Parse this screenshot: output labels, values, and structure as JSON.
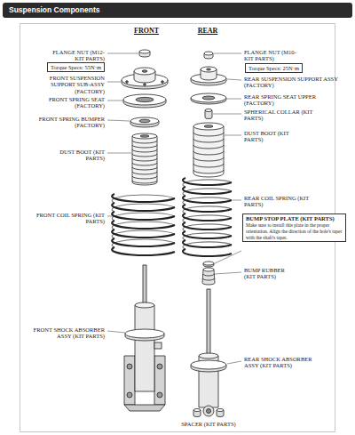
{
  "diagram": {
    "title": "Suspension Components",
    "nodes": [
      {
        "text": [
          "Torque Specs: 55N·m"
        ]
      },
      {
        "text": [
          "Torque Specs: 25N·m"
        ]
      },
      {
        "text": [
          "BUMP STOP PLATE (KIT PARTS)",
          "Make sure to install this plate in the proper orientation. Align the direction of the hole's taper with the shaft's taper."
        ]
      }
    ],
    "labels": [
      "FRONT",
      "REAR",
      "FLANGE NUT (M12-KIT PARTS)",
      "FRONT SUSPENSION SUPPORT SUB-ASSY (FACTORY)",
      "FRONT SPRING SEAT (FACTORY)",
      "FRONT SPRING BUMPER (FACTORY)",
      "DUST BOOT (KIT PARTS)",
      "FRONT COIL SPRING (KIT PARTS)",
      "FRONT SHOCK ABSORBER ASSY (KIT PARTS)",
      "FLANGE NUT (M10-KIT PARTS)",
      "REAR SUSPENSION SUPPORT ASSY (FACTORY)",
      "REAR SPRING SEAT UPPER (FACTORY)",
      "SPHERICAL COLLAR (KIT PARTS)",
      "DUST BOOT (KIT PARTS)",
      "REAR COIL SPRING (KIT PARTS)",
      "BUMP RUBBER (KIT PARTS)",
      "REAR SHOCK ABSORBER ASSY (KIT PARTS)",
      "SPACER (KIT PARTS)"
    ]
  }
}
